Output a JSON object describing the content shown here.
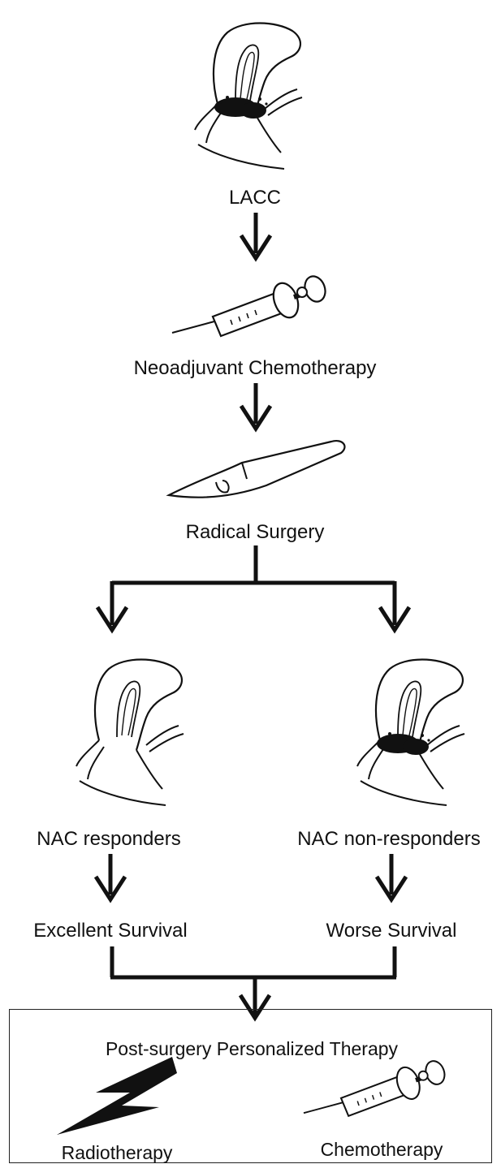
{
  "nodes": {
    "lacc": "LACC",
    "neoadjuvant": "Neoadjuvant Chemotherapy",
    "surgery": "Radical Surgery",
    "nac_responders": "NAC responders",
    "nac_non_responders": "NAC non-responders",
    "excellent_survival": "Excellent Survival",
    "worse_survival": "Worse Survival"
  },
  "final_box": {
    "title": "Post-surgery Personalized Therapy",
    "radiotherapy": "Radiotherapy",
    "chemotherapy": "Chemotherapy"
  },
  "icons": [
    "uterus-tumor-icon",
    "syringe-icon",
    "scalpel-icon",
    "uterus-responder-icon",
    "uterus-nonresponder-icon",
    "lightning-bolt-icon",
    "syringe-icon"
  ]
}
